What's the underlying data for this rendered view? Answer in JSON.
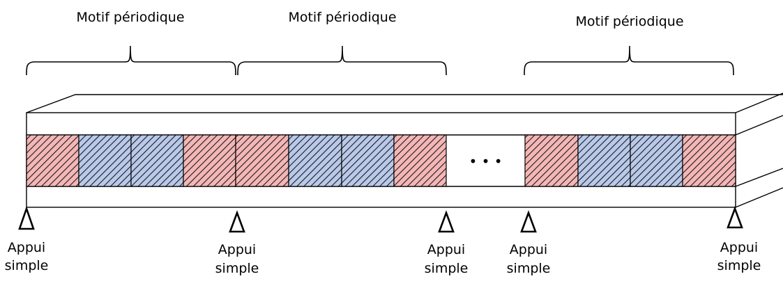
{
  "motifs": [
    {
      "label": "Motif périodique"
    },
    {
      "label": "Motif périodique"
    },
    {
      "label": "Motif périodique"
    }
  ],
  "cells": [
    {
      "material": "red"
    },
    {
      "material": "blue"
    },
    {
      "material": "blue"
    },
    {
      "material": "red"
    },
    {
      "material": "red"
    },
    {
      "material": "blue"
    },
    {
      "material": "blue"
    },
    {
      "material": "red"
    },
    {
      "material": "ellipsis"
    },
    {
      "material": "red"
    },
    {
      "material": "blue"
    },
    {
      "material": "blue"
    },
    {
      "material": "red"
    }
  ],
  "ellipsis": "• • •",
  "supports": [
    {
      "line1": "Appui",
      "line2": "simple"
    },
    {
      "line1": "Appui",
      "line2": "simple"
    },
    {
      "line1": "Appui",
      "line2": "simple"
    },
    {
      "line1": "Appui",
      "line2": "simple"
    },
    {
      "line1": "Appui",
      "line2": "simple"
    }
  ],
  "colors": {
    "red_fill": "#f4b6b6",
    "blue_fill": "#b9c9ea",
    "hatch": "#1a1a1a",
    "outline": "#000000"
  }
}
